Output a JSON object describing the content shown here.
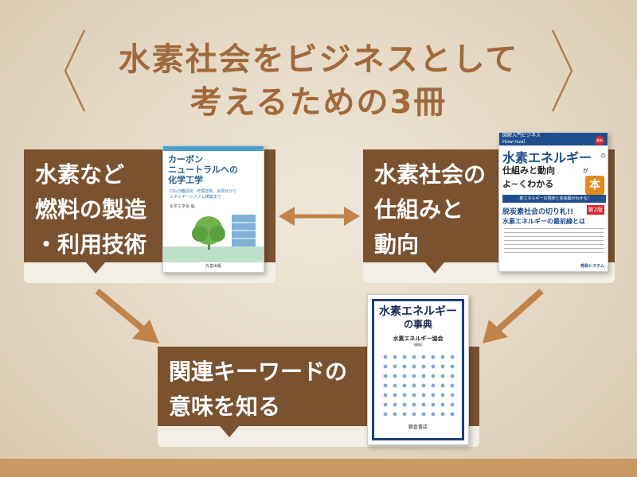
{
  "title": {
    "line1": "水素社会をビジネスとして",
    "line2": "考えるための3冊"
  },
  "sections": {
    "left": {
      "lines": [
        "水素など",
        "燃料の製造",
        "・利用技術"
      ]
    },
    "right": {
      "lines": [
        "水素社会の",
        "仕組みと",
        "動向"
      ]
    },
    "bottom": {
      "lines": [
        "関連キーワードの",
        "意味を知る"
      ]
    }
  },
  "books": {
    "book1": {
      "title_lines": [
        "カーボン",
        "ニュートラルへの",
        "化学工学"
      ],
      "subtitle": "CO₂分離回収、貯蔵技術、資源化から エネルギーシステム構築まで",
      "author": "化学工学会 編",
      "publisher": "丸善出版"
    },
    "book2": {
      "series": "図解入門ビジネス",
      "series_en": "How-nual",
      "badge": "最新",
      "main_title": "水素エネルギー",
      "title_no": "の",
      "line2": "仕組みと動向",
      "line2_suffix": "が",
      "line3": "よ~くわかる",
      "hon": "本",
      "strip": "新エネルギーの現状と未来図がわかる!",
      "red_line1": "脱炭素社会の切り札!!",
      "edition": "第2版",
      "red_line2": "水素エネルギーの最前線とは",
      "publisher": "秀和システム"
    },
    "book3": {
      "title1": "水素エネルギー",
      "title2": "の事典",
      "org": "水素エネルギー協会",
      "org_sub": "[編集]",
      "publisher": "朝倉書店"
    }
  },
  "colors": {
    "title": "#a06a3c",
    "band": "#7a5230",
    "card": "#f3efe6",
    "arrow": "#c0834a",
    "bottom_bar": "#c99a66"
  }
}
